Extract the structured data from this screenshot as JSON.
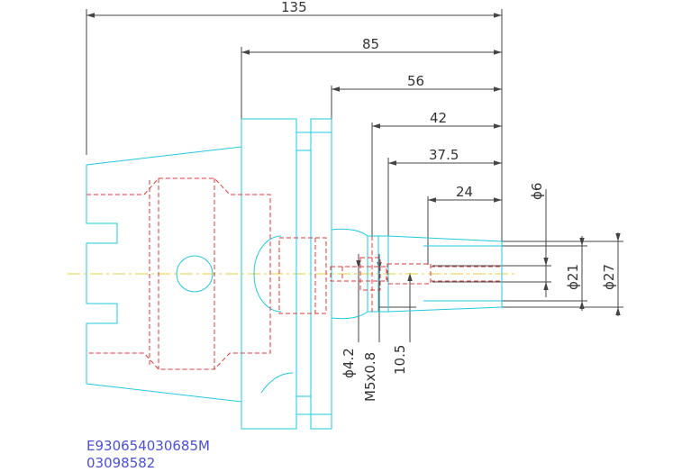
{
  "dimensions": {
    "horizontal": {
      "len_135": "135",
      "len_85": "85",
      "len_56": "56",
      "len_42": "42",
      "len_37_5": "37.5",
      "len_24": "24"
    },
    "vertical_right": {
      "dia_6": "ϕ6",
      "dia_21": "ϕ21",
      "dia_27": "ϕ27"
    },
    "vertical_bottom": {
      "dia_4_2": "ϕ4.2",
      "thread": "M5x0.8",
      "len_10_5": "10.5"
    }
  },
  "part_codes": {
    "line1": "E930654030685M",
    "line2": "03098582"
  },
  "colors": {
    "outline": "#22c8e0",
    "hidden": "#e23a3a",
    "centerline": "#e8d23c",
    "dimension": "#444444",
    "code_text": "#4a50d8"
  }
}
